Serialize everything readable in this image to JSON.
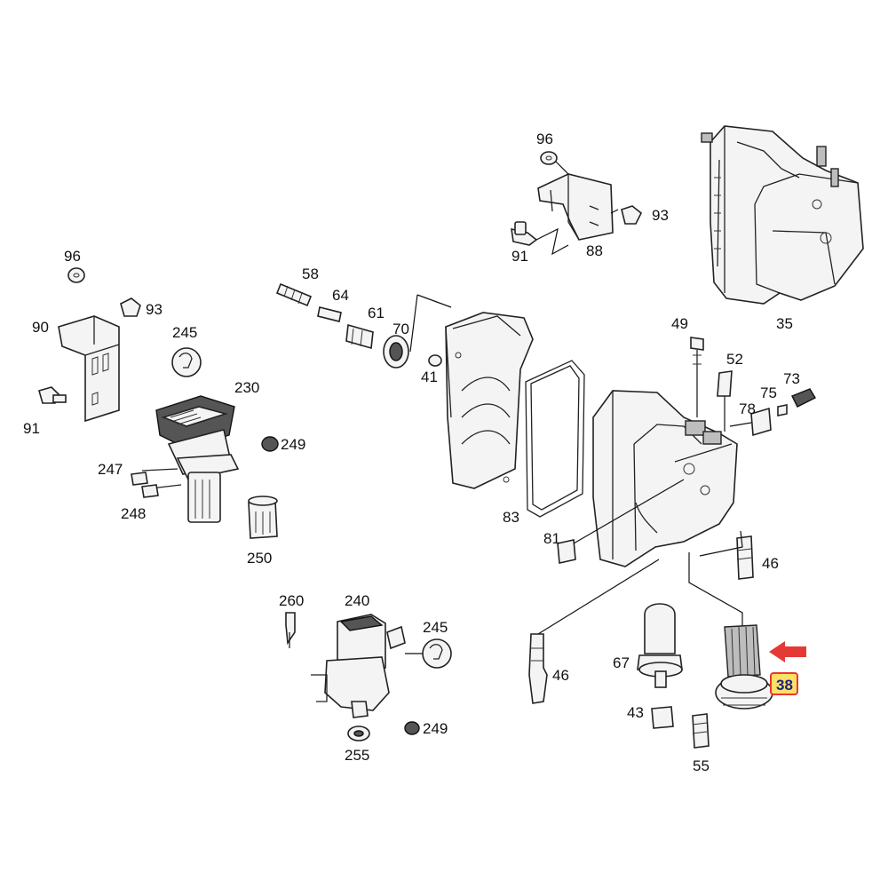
{
  "labels": {
    "l96a": "96",
    "l93a": "93",
    "l91a": "91",
    "l88": "88",
    "l35": "35",
    "l96b": "96",
    "l93b": "93",
    "l90": "90",
    "l91b": "91",
    "l245a": "245",
    "l230": "230",
    "l249a": "249",
    "l247": "247",
    "l248": "248",
    "l250": "250",
    "l58": "58",
    "l64": "64",
    "l61": "61",
    "l70": "70",
    "l41": "41",
    "l49": "49",
    "l52": "52",
    "l73": "73",
    "l75": "75",
    "l78": "78",
    "l83": "83",
    "l81": "81",
    "l46a": "46",
    "l260": "260",
    "l240": "240",
    "l245b": "245",
    "l249b": "249",
    "l255": "255",
    "l46b": "46",
    "l67": "67",
    "l43": "43",
    "l55": "55"
  },
  "highlight": {
    "label": "38",
    "arrow_color": "#e53935",
    "box_fill": "#ffe066"
  }
}
